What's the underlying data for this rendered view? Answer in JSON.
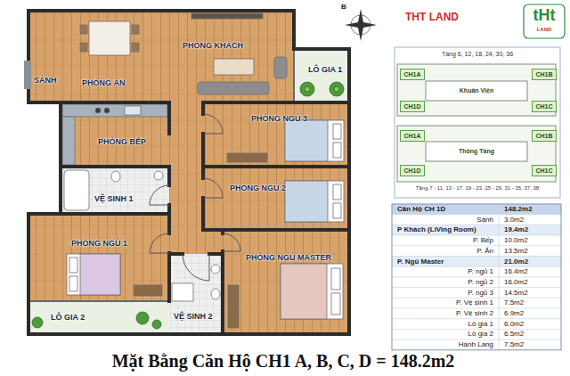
{
  "diagram": {
    "caption": "Mặt Bằng Căn Hộ CH1 A, B, C, D = 148.2m2",
    "nodes": [
      {
        "text": [
          "PHÒNG KHÁCH"
        ]
      },
      {
        "text": [
          "LÔ GIA 1"
        ]
      },
      {
        "text": [
          "SẢNH"
        ]
      },
      {
        "text": [
          "PHÒNG ĂN"
        ]
      },
      {
        "text": [
          "PHÒNG NGỦ 3"
        ]
      },
      {
        "text": [
          "PHÒNG BẾP"
        ]
      },
      {
        "text": [
          "PHÒNG NGỦ 2"
        ]
      },
      {
        "text": [
          "VỆ SINH 1"
        ]
      },
      {
        "text": [
          "PHÒNG NGỦ 1"
        ]
      },
      {
        "text": [
          "PHÒNG NGỦ MASTER"
        ]
      },
      {
        "text": [
          "VỆ SINH 2"
        ]
      },
      {
        "text": [
          "LÔ GIA 2"
        ]
      },
      {
        "text": [
          "CH1A"
        ]
      },
      {
        "text": [
          "CH1B"
        ]
      },
      {
        "text": [
          "CH1D"
        ]
      },
      {
        "text": [
          "CH1C"
        ]
      },
      {
        "text": [
          "CH1A"
        ]
      },
      {
        "text": [
          "CH1B"
        ]
      },
      {
        "text": [
          "CH1D"
        ]
      },
      {
        "text": [
          "CH1C"
        ]
      }
    ],
    "labels": [
      "B",
      "THT LAND",
      "tHt",
      "LAND",
      "Tầng 6, 12, 18, 24, 30, 36",
      "Khuân Viên",
      "Thông Tầng",
      "Tầng 7 - 11, 13 - 17, 19 - 23, 25 - 29, 31 - 35, 37, 38",
      "Căn Hộ CH 1D",
      "148.2m2",
      "Sảnh",
      "3.0m2",
      "P Khách (LiVing Room)",
      "19.4m2",
      "P. Bếp",
      "10.0m2",
      "P. Ăn",
      "13.5m2",
      "P. Ngủ Master",
      "21.0m2",
      "P. ngủ 1",
      "16.4m2",
      "P. ngủ 2",
      "16.0m2",
      "P. ngủ 3",
      "14.5m2",
      "P. Vệ sinh 1",
      "7.5m2",
      "P. Vệ sinh 2",
      "6.9m2",
      "Lô gia 1",
      "6.0m2",
      "Lô gia 2",
      "6.5m2",
      "Hành Lang",
      "7.5m2"
    ]
  }
}
